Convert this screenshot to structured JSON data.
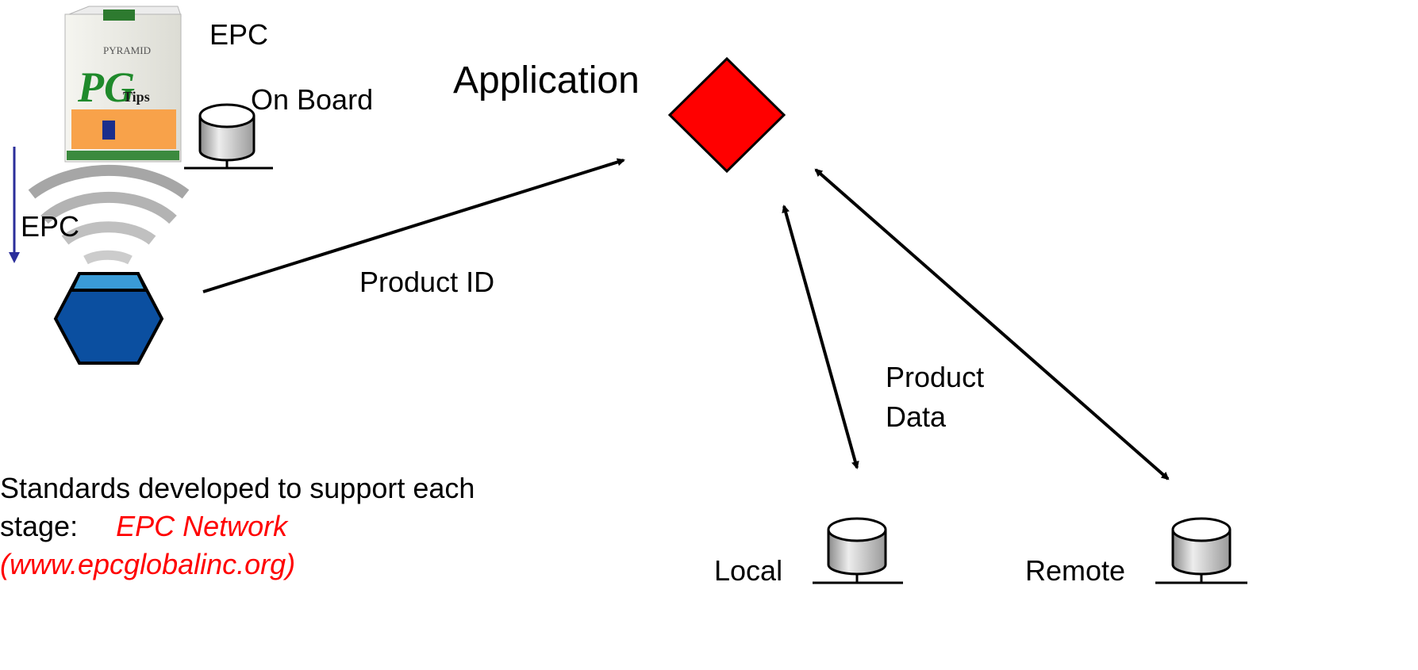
{
  "labels": {
    "epc_top": "EPC",
    "on_board": "On Board",
    "application": "Application",
    "epc_side": "EPC",
    "product_id": "Product ID",
    "product_data_line1": "Product",
    "product_data_line2": "Data",
    "local": "Local",
    "remote": "Remote"
  },
  "note": {
    "line1": "Standards developed to support each",
    "line2_prefix": "stage:",
    "network": "EPC Network",
    "url": "(www.epcglobalinc.org)"
  },
  "package": {
    "brand_top": "PYRAMID",
    "logo": "PG",
    "logo_sub": "Tips"
  },
  "colors": {
    "application_node": "#ff0000",
    "reader_body": "#0b4fa0",
    "reader_cap": "#3a9bd6",
    "package_orange": "#f8a24a",
    "package_tag": "#1a2e8c",
    "signal_arrow": "#2b2e9a",
    "note_highlight": "#ff0000",
    "database_fill": "#c8c8c8"
  },
  "icons": [
    "product-package-icon",
    "database-icon",
    "rfid-signal-icon",
    "rfid-reader-icon",
    "application-diamond-icon"
  ]
}
